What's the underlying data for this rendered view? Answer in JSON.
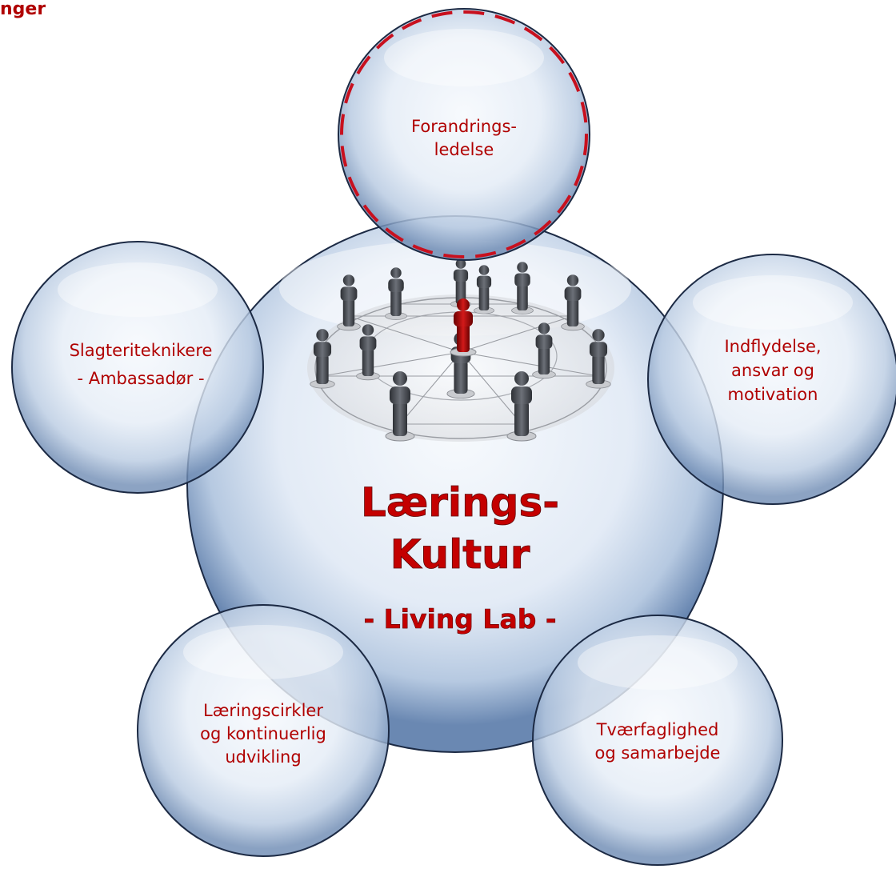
{
  "corner_label": "nger",
  "center": {
    "title_line1": "Lærings-",
    "title_line2": "Kultur",
    "subtitle": "- Living Lab -",
    "image_icon": "people-network-icon"
  },
  "bubbles": {
    "top": {
      "line1": "Forandrings-",
      "line2": "ledelse",
      "highlight": "dashed-red-outline"
    },
    "left": {
      "line1": "Slagteriteknikere",
      "line2": "- Ambassadør -"
    },
    "right": {
      "line1": "Indflydelse,",
      "line2": "ansvar og",
      "line3": "motivation"
    },
    "bottom_left": {
      "line1": "Læringscirkler",
      "line2": "og kontinuerlig",
      "line3": "udvikling"
    },
    "bottom_right": {
      "line1": "Tværfaglighed",
      "line2": "og samarbejde"
    }
  },
  "colors": {
    "text": "#b00000",
    "bubble_stroke": "#1c2a44",
    "bubble_fill": "#dfe9f5",
    "dashed_highlight": "#c8101e"
  }
}
